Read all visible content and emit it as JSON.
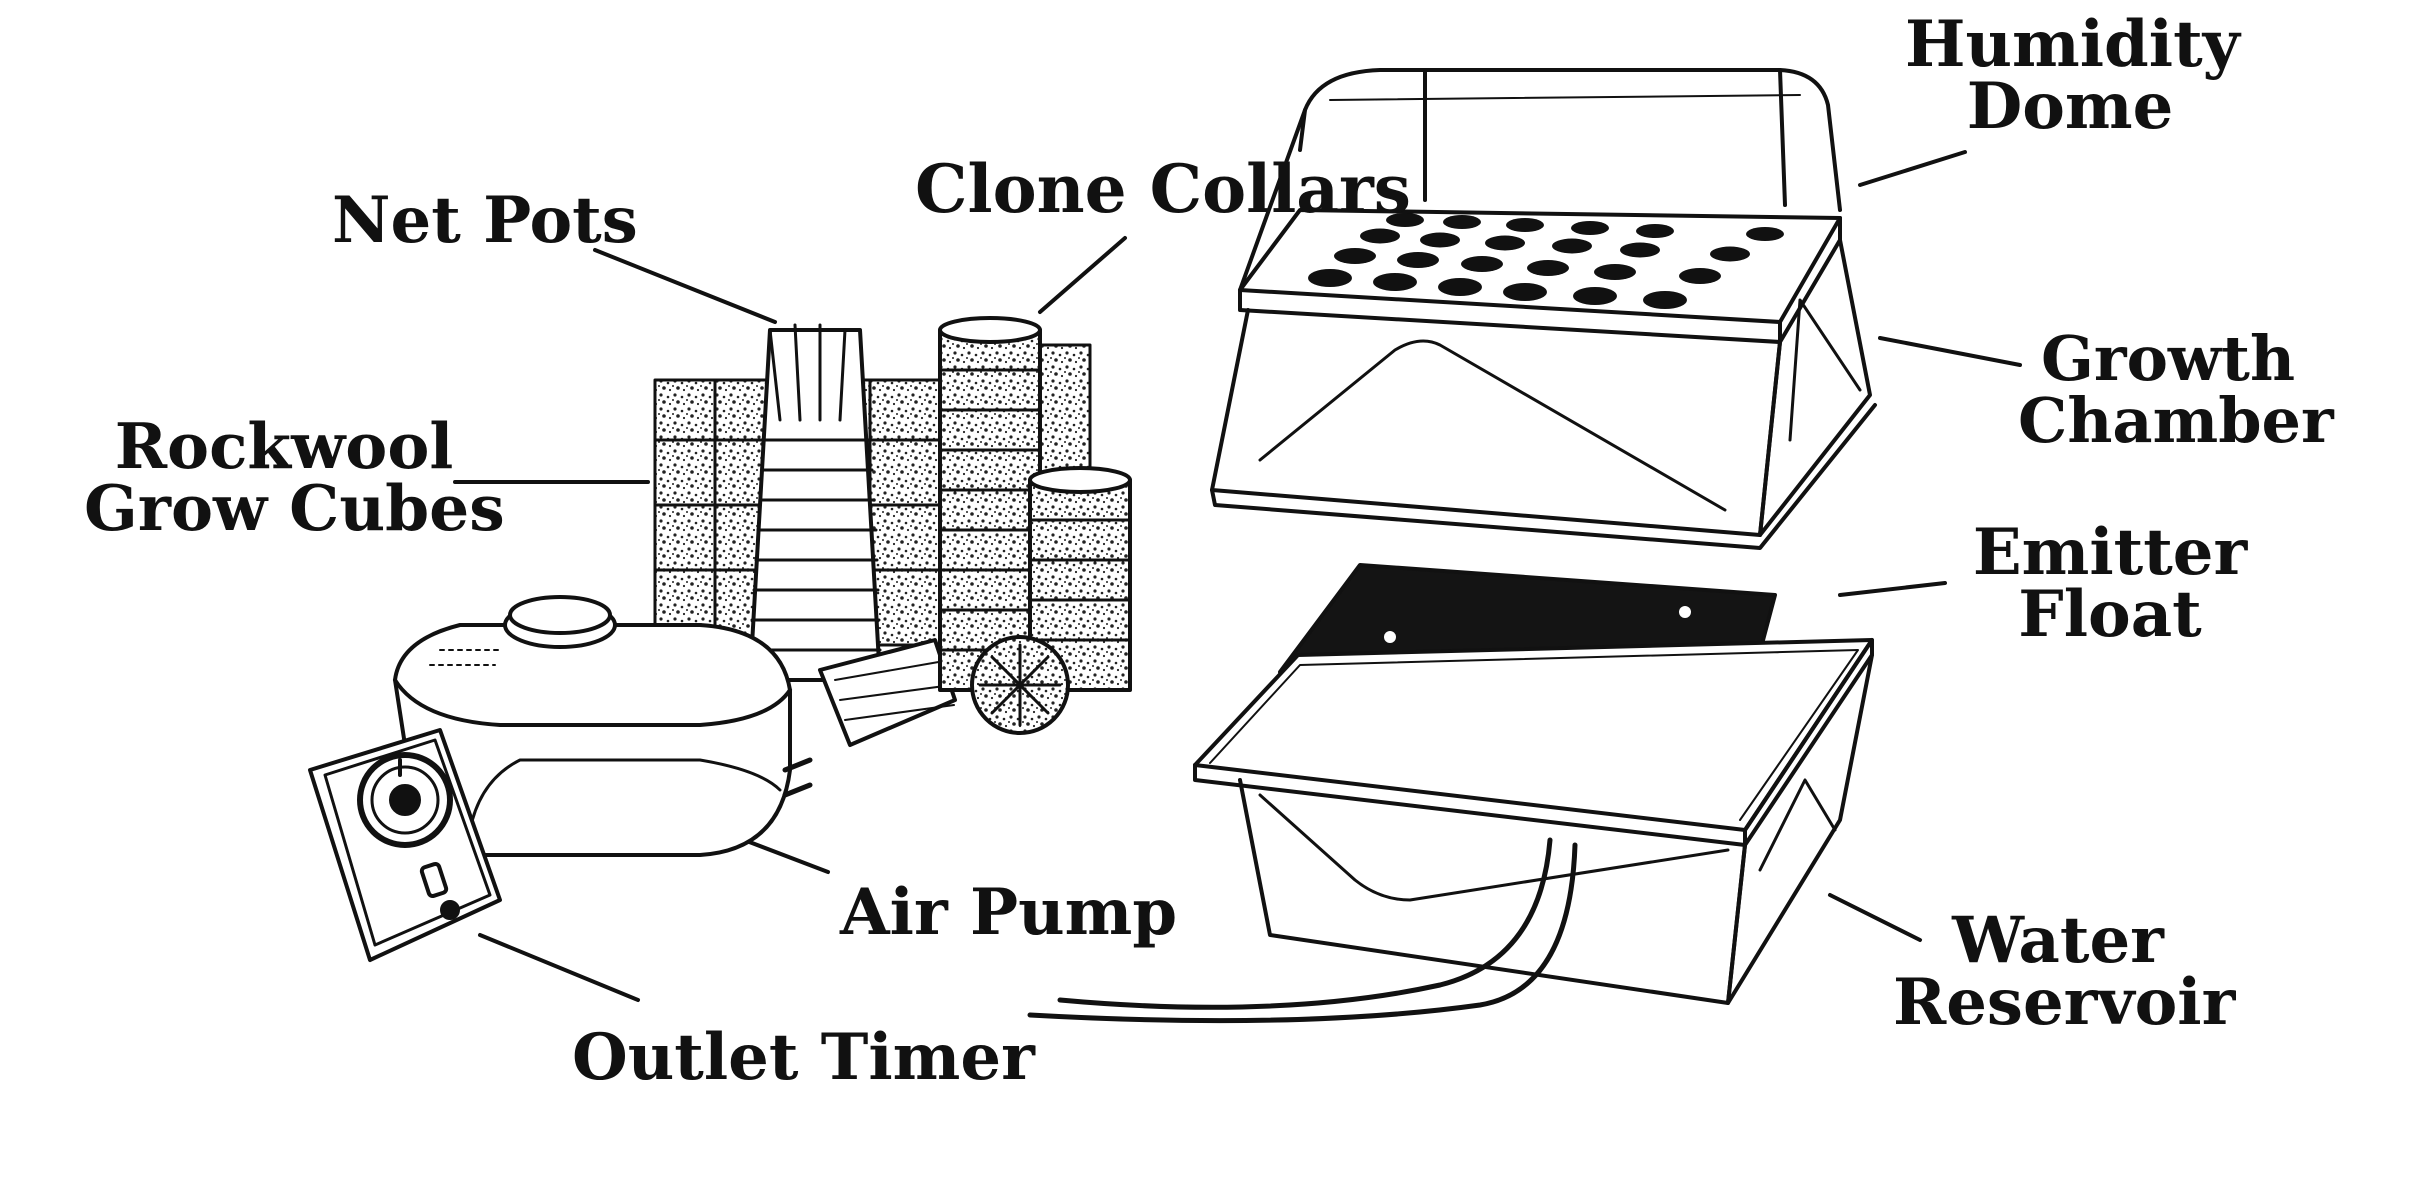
{
  "labels": {
    "humidity_dome": [
      "Humidity",
      "Dome"
    ],
    "clone_collars": "Clone Collars",
    "net_pots": "Net Pots",
    "growth_chamber": [
      "Growth",
      "Chamber"
    ],
    "rockwool_grow_cubes": [
      "Rockwool",
      "Grow Cubes"
    ],
    "emitter_float": [
      "Emitter",
      "Float"
    ],
    "air_pump": "Air Pump",
    "water_reservoir": [
      "Water",
      "Reservoir"
    ],
    "outlet_timer": "Outlet Timer"
  },
  "colors": {
    "ink": "#111111",
    "background": "#ffffff",
    "float": "#141414"
  }
}
